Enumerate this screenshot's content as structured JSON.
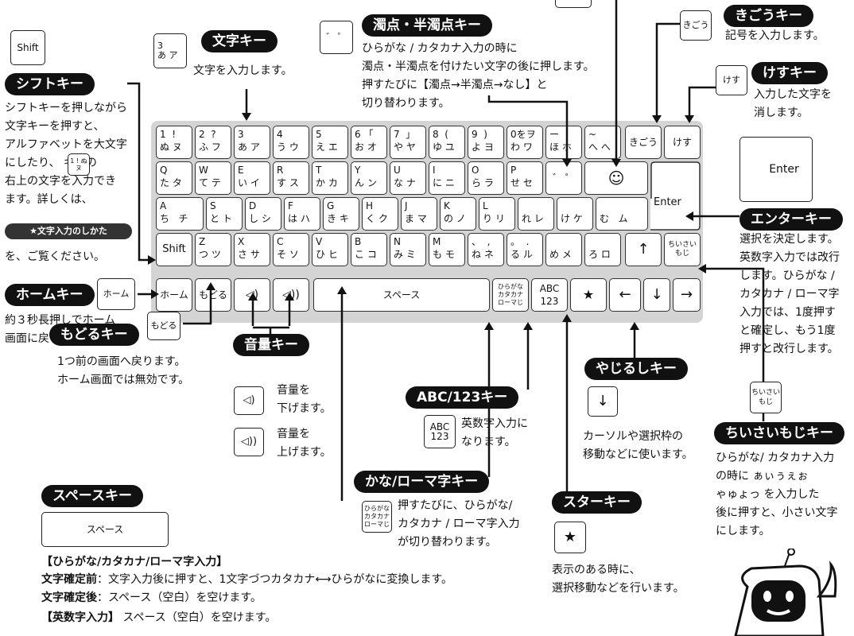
{
  "keyboard": {
    "rows": [
      [
        {
          "label": "1  !\nぬ ヌ"
        },
        {
          "label": "2  ?\nふ フ"
        },
        {
          "label": "3\nあ ア"
        },
        {
          "label": "4\nう ウ"
        },
        {
          "label": "5\nえ エ"
        },
        {
          "label": "6 「\nお オ"
        },
        {
          "label": "7  」\nや ヤ"
        },
        {
          "label": "8  (\nゆ ユ"
        },
        {
          "label": "9  )\nよ ヨ"
        },
        {
          "label": "0をヲ\nわ ワ"
        },
        {
          "label": "ー\nほ ホ"
        },
        {
          "label": "~\nへ へ"
        },
        {
          "label": "きごう"
        },
        {
          "label": "けす"
        }
      ],
      [
        {
          "label": "Q\nた タ"
        },
        {
          "label": "W\nて テ"
        },
        {
          "label": "E\nい イ"
        },
        {
          "label": "R\nす ス"
        },
        {
          "label": "T\nか カ"
        },
        {
          "label": "Y\nん ン"
        },
        {
          "label": "U\nな ナ"
        },
        {
          "label": "I\nに ニ"
        },
        {
          "label": "O\nら ラ"
        },
        {
          "label": "P\nせ セ"
        },
        {
          "label": "゛ ゜"
        },
        {
          "label": "☺"
        }
      ],
      [
        {
          "label": "A\nち   チ"
        },
        {
          "label": "S\nと ト"
        },
        {
          "label": "D\nし シ"
        },
        {
          "label": "F\nは ハ"
        },
        {
          "label": "G\nき キ"
        },
        {
          "label": "H\nく ク"
        },
        {
          "label": "J\nま マ"
        },
        {
          "label": "K\nの ノ"
        },
        {
          "label": "L\nり リ"
        },
        {
          "label": "\nれ レ"
        },
        {
          "label": "\nけ ケ"
        },
        {
          "label": "\nむ   ム"
        }
      ],
      [
        {
          "label": "Shift"
        },
        {
          "label": "Z\nつ ツ"
        },
        {
          "label": "X\nさ サ"
        },
        {
          "label": "C\nそ ソ"
        },
        {
          "label": "V\nひ ヒ"
        },
        {
          "label": "B\nこ コ"
        },
        {
          "label": "N\nみ ミ"
        },
        {
          "label": "M\nも モ"
        },
        {
          "label": "、  ,\nね ネ"
        },
        {
          "label": "。  .\nる ル"
        },
        {
          "label": "\nめ メ"
        },
        {
          "label": "\nろ ロ"
        },
        {
          "label": "↑"
        },
        {
          "label": "ちいさい\nもじ"
        }
      ],
      [
        {
          "label": "ホーム"
        },
        {
          "label": "もどる"
        },
        {
          "label": "◁)"
        },
        {
          "label": "◁))"
        },
        {
          "label": "スペース"
        },
        {
          "label": "ひらがな\nカタカナ\nローマじ"
        },
        {
          "label": "ABC\n123"
        },
        {
          "label": "★"
        },
        {
          "label": "←"
        },
        {
          "label": "↓"
        },
        {
          "label": "→"
        }
      ]
    ],
    "enter": "Enter"
  },
  "callouts": {
    "shift": {
      "icon": "Shift",
      "title": "シフトキー",
      "desc": "シフトキーを押しながら\n文字キーを押すと、\nアルファベットを大文字\nにしたり、      キーの\n右上の文字を入力でき\nます。詳しくは、",
      "link": "★文字入力のしかた",
      "desc2": "を、ご覧ください。",
      "inline_key": "1  !\nぬ ヌ"
    },
    "moji": {
      "icon": "3\nあ ア",
      "title": "文字キー",
      "desc": "文字を入力します。"
    },
    "dakuten": {
      "icon": "゛ ゜",
      "title": "濁点・半濁点キー",
      "desc": "ひらがな / カタカナ入力の時に\n濁点・半濁点を付けたい文字の後に押します。\n押すたびに【濁点→半濁点→なし】と\n切り替わります。"
    },
    "kigou": {
      "icon": "きごう",
      "title": "きごうキー",
      "desc": "記号を入力します。"
    },
    "kesu": {
      "icon": "けす",
      "title": "けすキー",
      "desc": "入力した文字を\n消します。"
    },
    "enter": {
      "icon": "Enter",
      "title": "エンターキー",
      "desc": "選択を決定します。\n英数字入力では改行\nします。ひらがな /\nカタカナ / ローマ字\n入力では、1度押す\nと確定し、もう1度\n押すと改行します。"
    },
    "home": {
      "icon": "ホーム",
      "title": "ホームキー",
      "desc": "約３秒長押しでホーム\n画面に戻ります。"
    },
    "modoru": {
      "icon": "もどる",
      "title": "もどるキー",
      "desc": "1つ前の画面へ戻ります。\nホーム画面では無効です。"
    },
    "onryo": {
      "title": "音量キー",
      "down": "音量を\n下げます。",
      "up": "音量を\n上げます。",
      "icon_down": "◁)",
      "icon_up": "◁))"
    },
    "abc": {
      "icon": "ABC\n123",
      "title": "ABC/123キー",
      "desc": "英数字入力に\nなります。"
    },
    "yajirushi": {
      "icon": "↓",
      "title": "やじるしキー",
      "desc": "カーソルや選択枠の\n移動などに使います。"
    },
    "chiisai": {
      "icon": "ちいさい\nもじ",
      "title": "ちいさいもじキー",
      "desc": "ひらがな/ カタカナ入力\nの時に ぁぃぅぇぉ\nゃゅょっ を入力した\n後に押すと、小さい文字\nにします。"
    },
    "kana": {
      "icon": "ひらがな\nカタカナ\nローマじ",
      "title": "かな/ローマ字キー",
      "desc": "押すたびに、ひらがな/\nカタカナ / ローマ字入力\nが切り替わります。"
    },
    "star": {
      "icon": "★",
      "title": "スターキー",
      "desc": "表示のある時に、\n選択移動などを行います。"
    },
    "space": {
      "icon": "スペース",
      "title": "スペースキー",
      "h1": "【ひらがな/カタカナ/ローマ字入力】",
      "l1b": "文字確定前",
      "l1": "：文字入力後に押すと、1文字づつカタカナ⟷ひらがなに変換します。",
      "l2b": "文字確定後",
      "l2": "：スペース（空白）を空けます。",
      "h2": "【英数字入力】",
      "l3": "スペース（空白）を空けます。"
    }
  }
}
